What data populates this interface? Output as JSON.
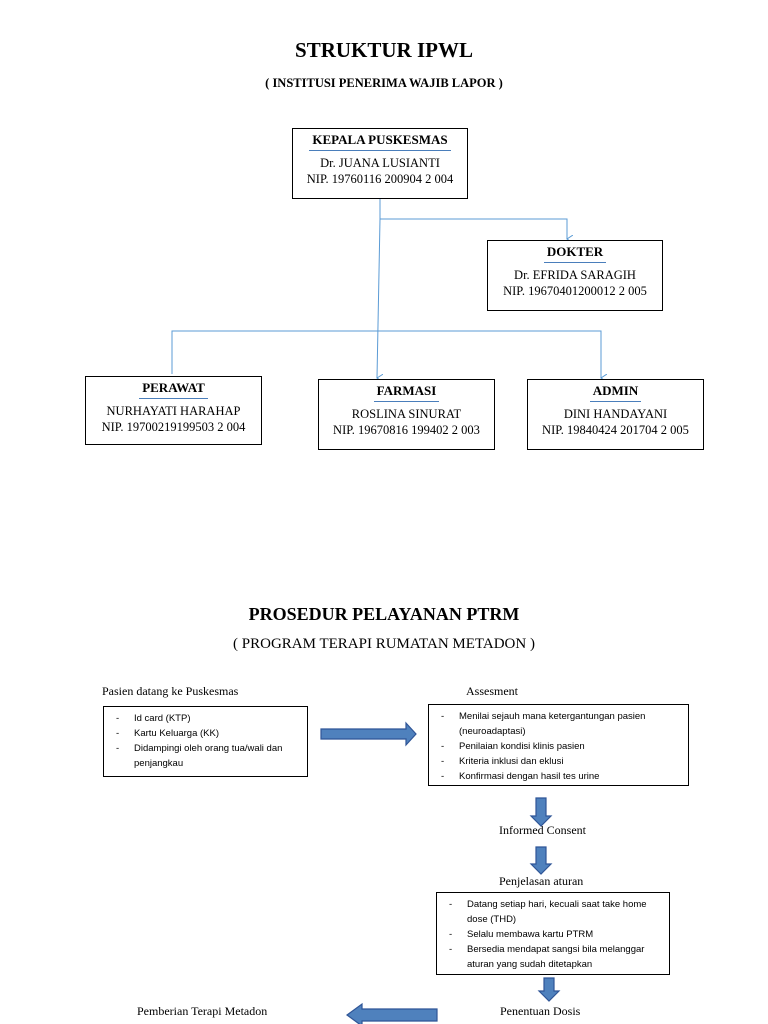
{
  "struktur": {
    "title": "STRUKTUR IPWL",
    "subtitle": "( INSTITUSI PENERIMA WAJIB LAPOR )",
    "kepala": {
      "role": "KEPALA PUSKESMAS",
      "name": "Dr. JUANA LUSIANTI",
      "nip": "NIP. 19760116 200904 2 004"
    },
    "dokter": {
      "role": "DOKTER",
      "name": "Dr. EFRIDA SARAGIH",
      "nip": "NIP. 19670401200012 2 005"
    },
    "perawat": {
      "role": "PERAWAT",
      "name": "NURHAYATI HARAHAP",
      "nip": "NIP. 19700219199503 2 004"
    },
    "farmasi": {
      "role": "FARMASI",
      "name": "ROSLINA SINURAT",
      "nip": "NIP. 19670816 199402 2 003"
    },
    "admin": {
      "role": "ADMIN",
      "name": "DINI HANDAYANI",
      "nip": "NIP. 19840424 201704 2 005"
    }
  },
  "prosedur": {
    "title": "PROSEDUR PELAYANAN PTRM",
    "subtitle": "( PROGRAM TERAPI RUMATAN METADON )",
    "pasien": {
      "label": "Pasien datang ke Puskesmas",
      "items": [
        "Id card (KTP)",
        "Kartu Keluarga (KK)",
        "Didampingi oleh orang tua/wali dan penjangkau"
      ]
    },
    "assesment": {
      "label": "Assesment",
      "items": [
        "Menilai sejauh mana ketergantungan pasien (neuroadaptasi)",
        "Penilaian kondisi klinis pasien",
        "Kriteria inklusi dan eklusi",
        "Konfirmasi dengan hasil tes urine"
      ]
    },
    "informed_consent": "Informed  Consent",
    "penjelasan": {
      "label": "Penjelasan aturan",
      "items": [
        "Datang setiap hari, kecuali saat take home dose (THD)",
        "Selalu membawa kartu PTRM",
        "Bersedia mendapat sangsi bila melanggar aturan yang sudah ditetapkan"
      ]
    },
    "penentuan": "Penentuan Dosis",
    "pemberian": "Pemberian Terapi Metadon"
  },
  "colors": {
    "connector": "#5b9bd5",
    "arrow_fill": "#4f81bd",
    "arrow_stroke": "#2f5597"
  }
}
